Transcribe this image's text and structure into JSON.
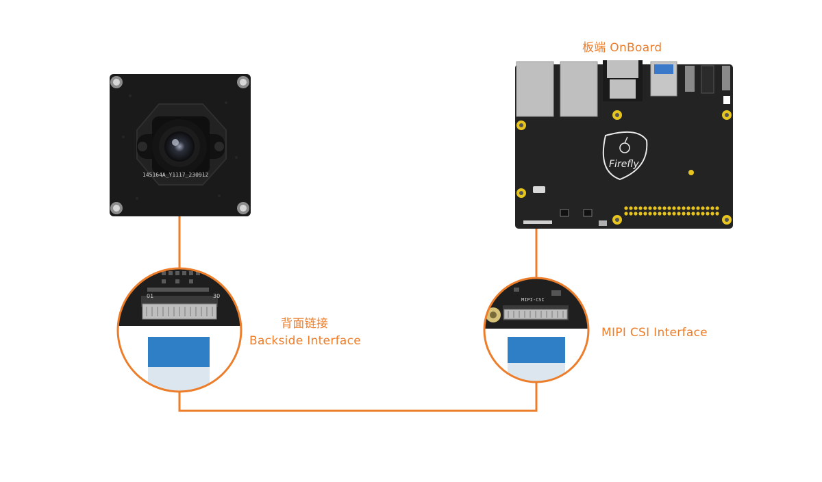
{
  "labels": {
    "board_title": "板端 OnBoard",
    "backside_cn": "背面链接",
    "backside_en": "Backside Interface",
    "mipi": "MIPI CSI Interface"
  },
  "camera": {
    "part_number": "145164A_Y1117_230912"
  },
  "camera_zoom": {
    "pin_left": "01",
    "pin_right": "30"
  },
  "board": {
    "logo_text": "Firefly"
  },
  "board_zoom": {
    "connector_label": "MIPI-CSI"
  },
  "colors": {
    "accent": "#ec7d2a",
    "pcb": "#1e1e1e",
    "ribbon_blue": "#2e7fc6",
    "pad_yellow": "#e8c51e",
    "metal": "#c9c9c9"
  },
  "icons": [
    "camera-lens-icon",
    "firefly-logo-icon"
  ]
}
